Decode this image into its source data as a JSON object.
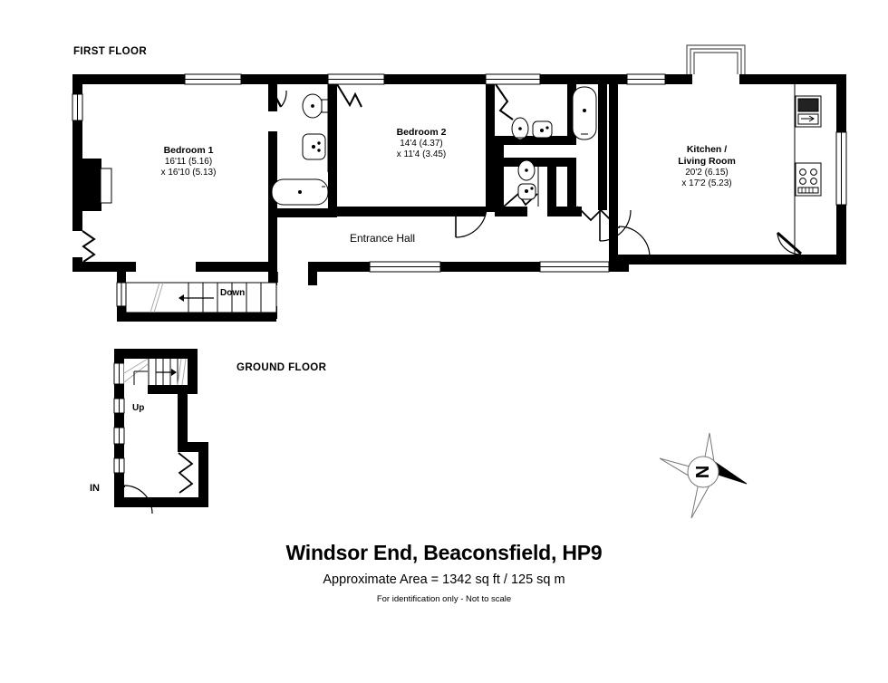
{
  "document": {
    "type": "floor-plan",
    "title": "Windsor End, Beaconsfield, HP9",
    "area_text": "Approximate Area = 1342 sq ft / 125 sq m",
    "disclaimer": "For identification only - Not to scale"
  },
  "floors": [
    {
      "id": "first",
      "heading": "FIRST FLOOR"
    },
    {
      "id": "ground",
      "heading": "GROUND FLOOR"
    }
  ],
  "rooms": [
    {
      "name": "Bedroom 1",
      "dim_line1": "16'11 (5.16)",
      "dim_line2": "x 16'10 (5.13)",
      "floor": "first"
    },
    {
      "name": "Bedroom 2",
      "dim_line1": "14'4 (4.37)",
      "dim_line2": "x 11'4 (3.45)",
      "floor": "first"
    },
    {
      "name_line1": "Kitchen /",
      "name_line2": "Living Room",
      "dim_line1": "20'2 (6.15)",
      "dim_line2": "x 17'2 (5.23)",
      "floor": "first"
    }
  ],
  "annotations": {
    "entrance_hall": "Entrance Hall",
    "stairs_down": "Down",
    "stairs_up": "Up",
    "entry": "IN"
  },
  "compass": {
    "north_letter": "N"
  },
  "colors": {
    "wall": "#000000",
    "background": "#ffffff",
    "fixture_stroke": "#000000",
    "text": "#000000",
    "compass_fill": "#000000",
    "compass_outline": "#888888"
  }
}
